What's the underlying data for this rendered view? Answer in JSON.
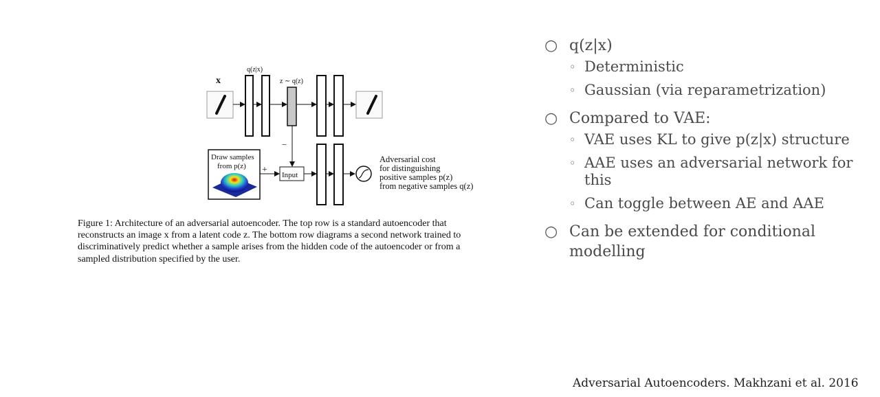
{
  "figure": {
    "labels": {
      "x": "x",
      "q_zx": "q(z|x)",
      "z_sample": "z ∼ q(z)",
      "minus": "−",
      "plus": "+",
      "draw_line1": "Draw samples",
      "draw_line2": "from p(z)",
      "input": "Input",
      "adv_line1": "Adversarial cost",
      "adv_line2": "for distinguishing",
      "adv_line3": "positive samples p(z)",
      "adv_line4": "from negative samples q(z)"
    },
    "caption_lines": [
      "Figure 1: Architecture of an adversarial autoencoder. The top row is a standard autoencoder that",
      "reconstructs an image x from a latent code z. The bottom row diagrams a second network trained to",
      "discriminatively predict whether a sample arises from the hidden code of the autoencoder or from a",
      "sampled distribution specified by the user."
    ]
  },
  "bullets": [
    {
      "text": "q(z|x)",
      "subs": [
        "Deterministic",
        "Gaussian (via reparametrization)"
      ]
    },
    {
      "text": "Compared to VAE:",
      "subs": [
        "VAE uses KL to give p(z|x) structure",
        "AAE uses an adversarial network for this",
        "Can toggle between AE and AAE"
      ]
    },
    {
      "text": "Can be extended for conditional modelling",
      "subs": []
    }
  ],
  "markers": {
    "level1": "○",
    "level2": "◦"
  },
  "reference": "Adversarial Autoencoders. Makhzani et al. 2016"
}
